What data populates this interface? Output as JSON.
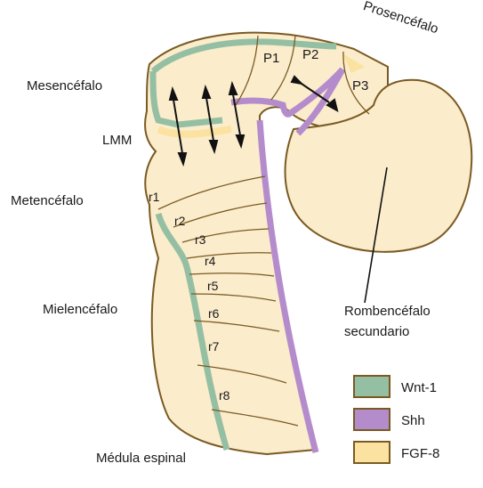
{
  "labels": {
    "prosencephalon": "Prosencéfalo",
    "mesencephalon": "Mesencéfalo",
    "lmm": "LMM",
    "metencephalon": "Metencéfalo",
    "myelencephalon": "Mielencéfalo",
    "spinal_cord": "Médula espinal",
    "secondary_rhombencephalon_line1": "Rombencéfalo",
    "secondary_rhombencephalon_line2": "secundario"
  },
  "prosomeres": [
    "P1",
    "P2",
    "P3"
  ],
  "rhombomeres": [
    "r1",
    "r2",
    "r3",
    "r4",
    "r5",
    "r6",
    "r7",
    "r8"
  ],
  "legend": [
    {
      "label": "Wnt-1",
      "color": "#94bfa3"
    },
    {
      "label": "Shh",
      "color": "#b48ccc"
    },
    {
      "label": "FGF-8",
      "color": "#fbe2a0"
    }
  ],
  "colors": {
    "tissue": "#fbeccc",
    "outline": "#7a5a22",
    "arrow": "#111111"
  }
}
